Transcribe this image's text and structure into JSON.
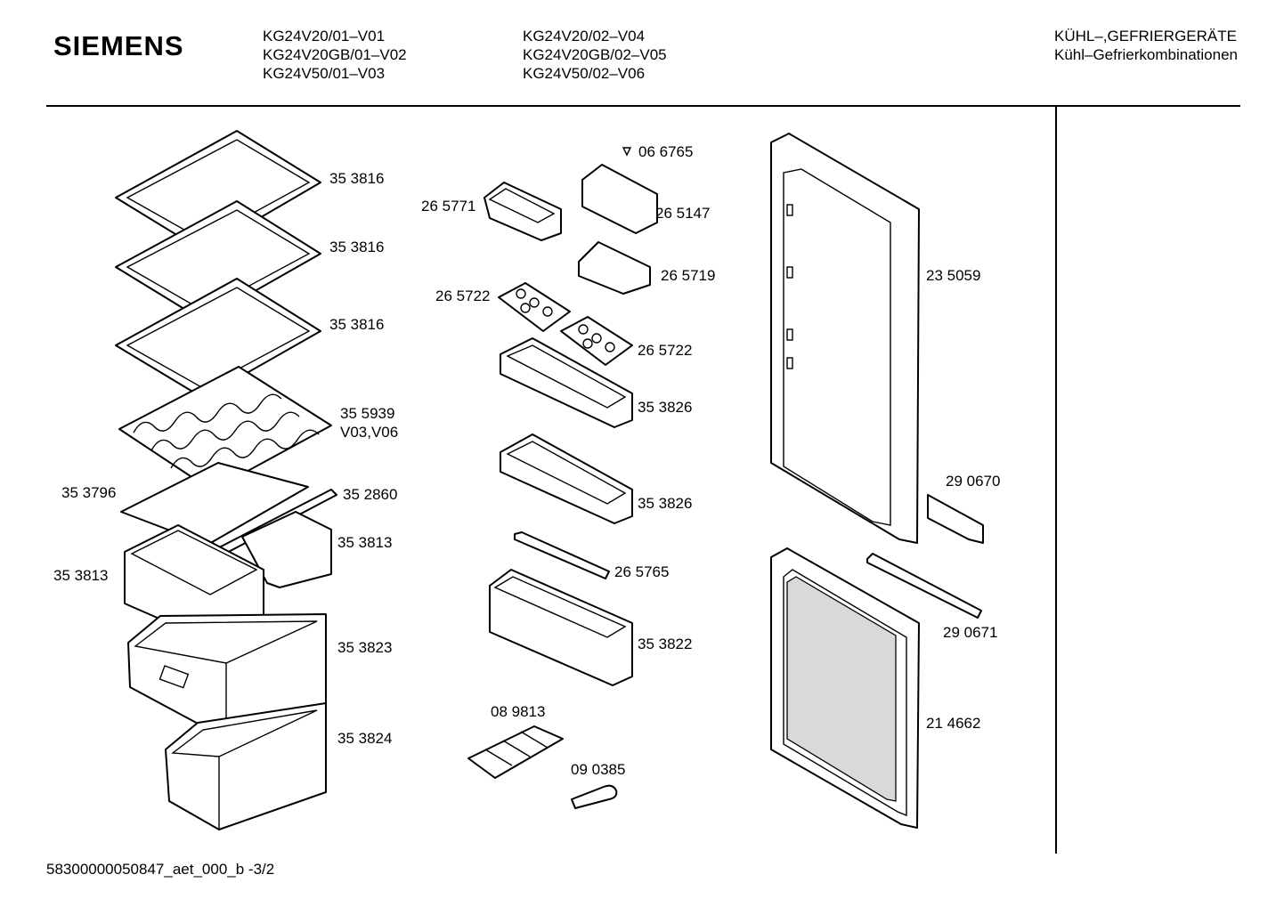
{
  "header": {
    "brand": "SIEMENS",
    "models_col1": [
      "KG24V20/01–V01",
      "KG24V20GB/01–V02",
      "KG24V50/01–V03"
    ],
    "models_col2": [
      "KG24V20/02–V04",
      "KG24V20GB/02–V05",
      "KG24V50/02–V06"
    ],
    "category": [
      "KÜHL–,GEFRIERGERÄTE",
      "Kühl–Gefrierkombinationen"
    ]
  },
  "parts": [
    {
      "id": "p1",
      "label": "35 3816"
    },
    {
      "id": "p2",
      "label": "35 3816"
    },
    {
      "id": "p3",
      "label": "35 3816"
    },
    {
      "id": "p4",
      "label": "35 5939"
    },
    {
      "id": "p5",
      "label": "V03,V06"
    },
    {
      "id": "p6",
      "label": "35 3796"
    },
    {
      "id": "p7",
      "label": "35 2860"
    },
    {
      "id": "p8",
      "label": "35 3813"
    },
    {
      "id": "p9",
      "label": "35 3813"
    },
    {
      "id": "p10",
      "label": "35 3823"
    },
    {
      "id": "p11",
      "label": "35 3824"
    },
    {
      "id": "p12",
      "label": "06 6765"
    },
    {
      "id": "p13",
      "label": "26 5771"
    },
    {
      "id": "p14",
      "label": "26 5147"
    },
    {
      "id": "p15",
      "label": "26 5719"
    },
    {
      "id": "p16",
      "label": "26 5722"
    },
    {
      "id": "p17",
      "label": "26 5722"
    },
    {
      "id": "p18",
      "label": "35 3826"
    },
    {
      "id": "p19",
      "label": "35 3826"
    },
    {
      "id": "p20",
      "label": "26 5765"
    },
    {
      "id": "p21",
      "label": "35 3822"
    },
    {
      "id": "p22",
      "label": "08 9813"
    },
    {
      "id": "p23",
      "label": "09 0385"
    },
    {
      "id": "p24",
      "label": "23 5059"
    },
    {
      "id": "p25",
      "label": "29 0670"
    },
    {
      "id": "p26",
      "label": "29 0671"
    },
    {
      "id": "p27",
      "label": "21 4662"
    }
  ],
  "footer": {
    "doc_id": "58300000050847_aet_000_b  -3/2"
  }
}
